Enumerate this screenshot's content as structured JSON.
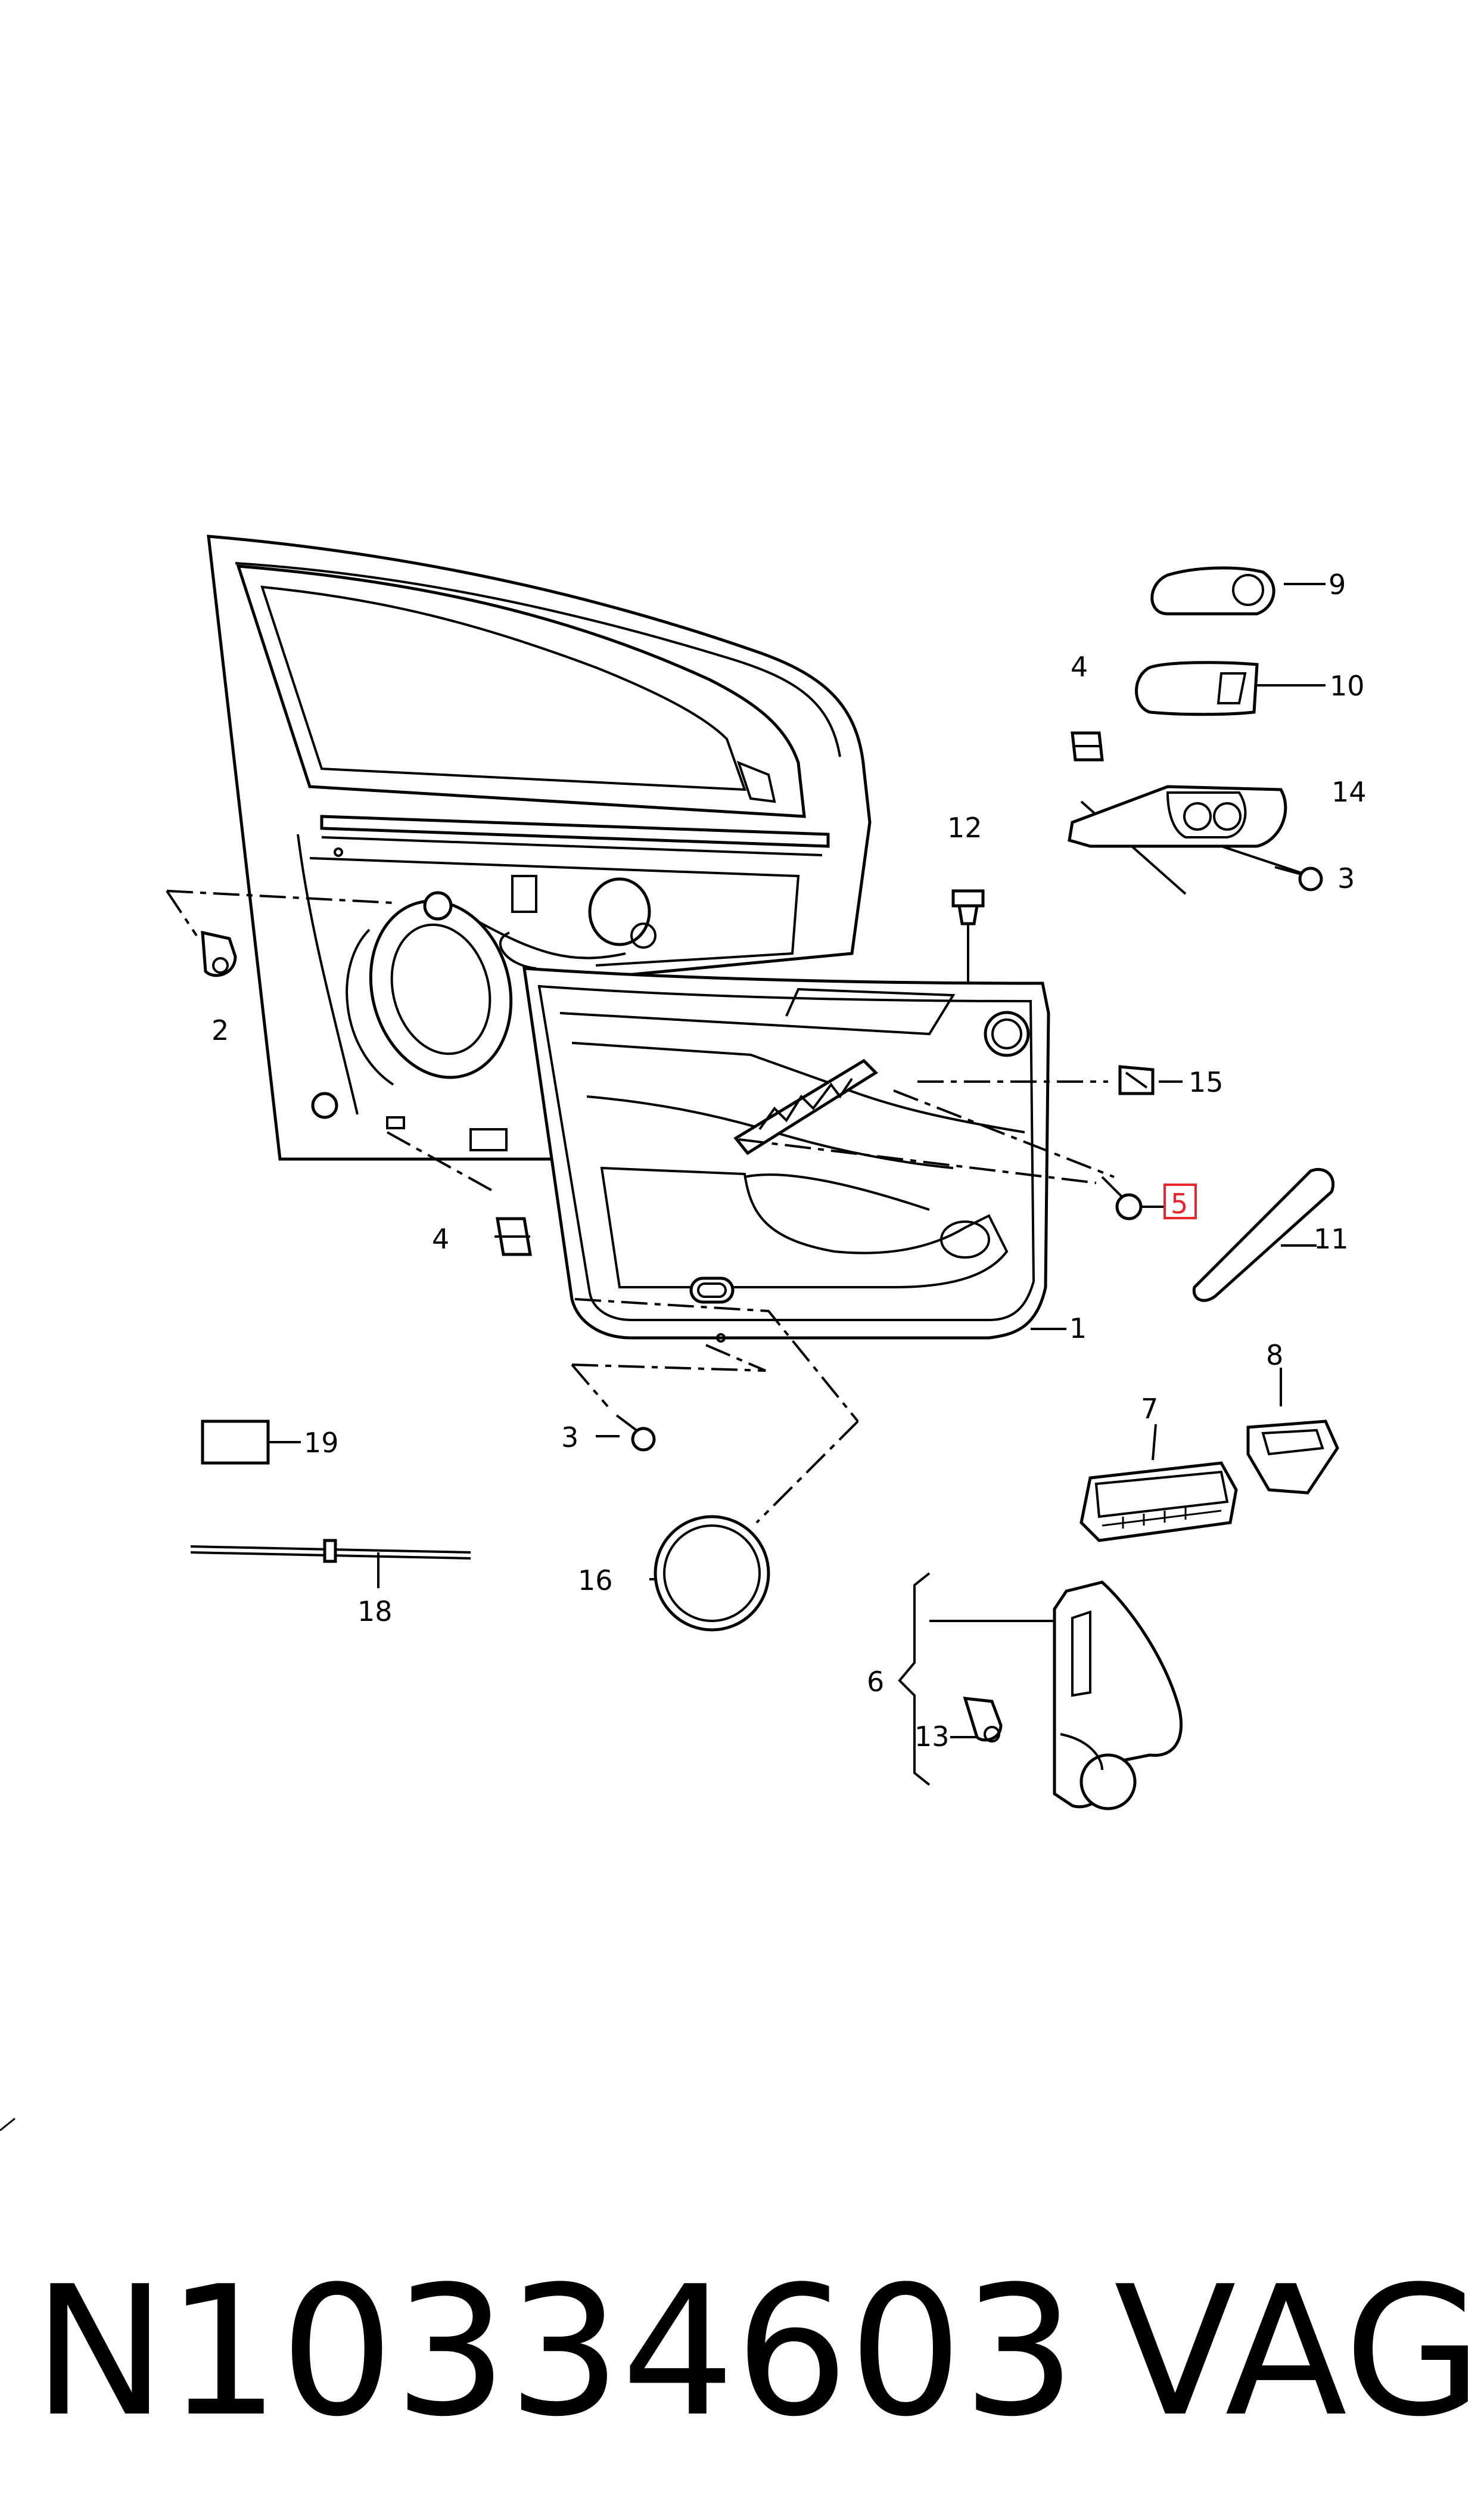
{
  "callouts": {
    "c1": "1",
    "c2": "2",
    "c3a": "3",
    "c3b": "3",
    "c4a": "4",
    "c4b": "4",
    "c5": "5",
    "c6": "6",
    "c7": "7",
    "c8": "8",
    "c9": "9",
    "c10": "10",
    "c11": "11",
    "c12": "12",
    "c13": "13",
    "c14": "14",
    "c15": "15",
    "c16": "16",
    "c18": "18",
    "c19": "19"
  },
  "highlight": {
    "color": "#e8242c",
    "callout": "5"
  },
  "footer": {
    "part_number": "N10334603",
    "brand": "VAG"
  }
}
